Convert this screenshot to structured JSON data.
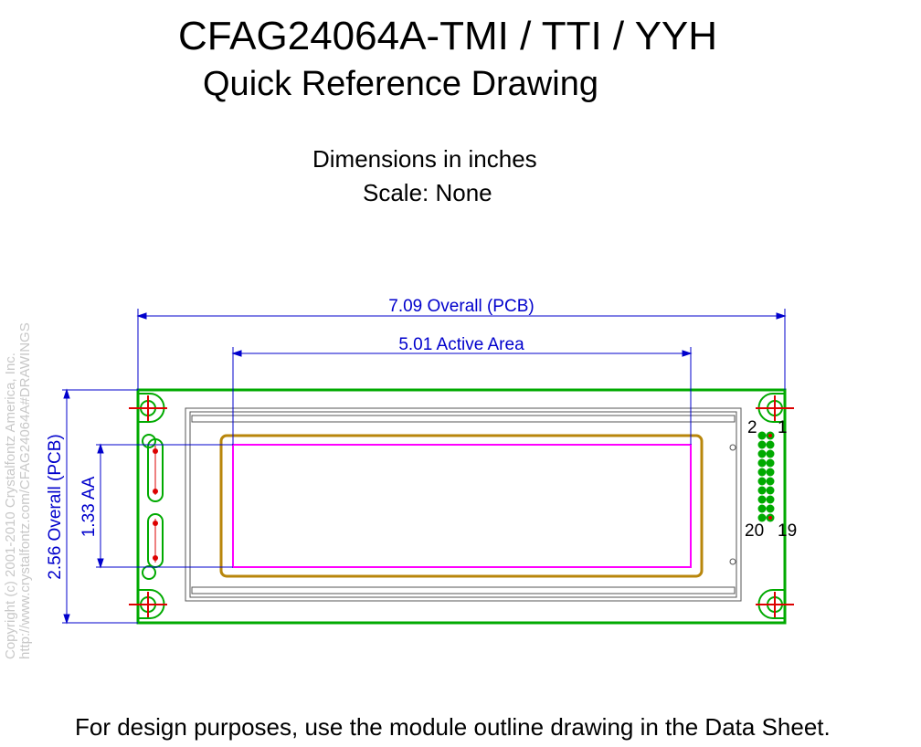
{
  "title": "CFAG24064A-TMI / TTI / YYH",
  "subtitle": "Quick Reference Drawing",
  "notes": {
    "dimensions": "Dimensions in inches",
    "scale": "Scale: None"
  },
  "dimensions": {
    "overall_width": "7.09 Overall (PCB)",
    "active_area_width": "5.01 Active Area",
    "overall_height": "2.56 Overall (PCB)",
    "active_area_height": "1.33 AA"
  },
  "pin_labels": {
    "pin_2": "2",
    "pin_1": "1",
    "pin_20": "20",
    "pin_19": "19"
  },
  "copyright": {
    "line1": "Copyright (c) 2001-2010 Crystalfontz America, Inc.",
    "line2": "http://www.crystalfontz.com/CFAG24064A#DRAWINGS"
  },
  "footer": "For design purposes, use the module outline drawing in the Data Sheet.",
  "colors": {
    "pcb_outline": "#00aa00",
    "dimension_lines": "#0000cc",
    "active_area": "#ff00ff",
    "viewing_area": "#b8860b",
    "mounting_marks": "#dd0000",
    "connector_pins": "#00aa00"
  }
}
